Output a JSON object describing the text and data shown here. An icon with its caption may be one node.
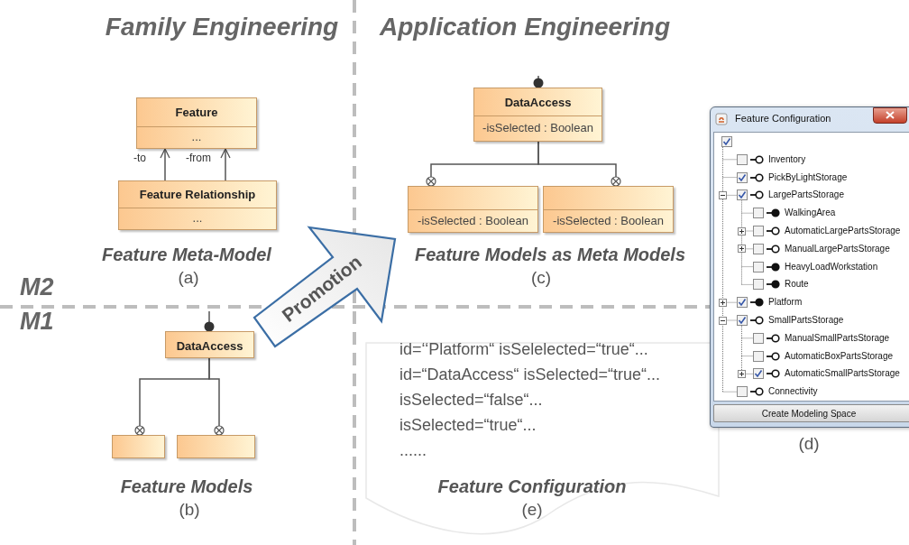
{
  "diagram": {
    "nodes": [
      {
        "text": [
          "Feature",
          "..."
        ]
      },
      {
        "text": [
          "Feature Relationship",
          "..."
        ]
      },
      {
        "text": [
          "DataAccess",
          "-isSelected : Boolean"
        ]
      },
      {
        "text": [
          "-isSelected : Boolean"
        ]
      },
      {
        "text": [
          "-isSelected : Boolean"
        ]
      },
      {
        "text": [
          "DataAccess"
        ]
      },
      {
        "text": [],
        "shape": "box"
      },
      {
        "text": [],
        "shape": "box"
      },
      {
        "text": [
          "Promotion"
        ]
      },
      {
        "text": [
          "id=‘‘Platform“ isSelelected=“true“...",
          "id=“DataAccess“ isSelected=“true“...",
          "isSelected=“false“...",
          "isSelected=“true“...",
          "......"
        ]
      }
    ],
    "edges": [
      {
        "from": 1,
        "to": 0,
        "arrow": "to",
        "label": "-to"
      },
      {
        "from": 1,
        "to": 0,
        "arrow": "to",
        "label": "-from"
      },
      {
        "from": null,
        "to": 2,
        "arrow": "other"
      },
      {
        "from": 2,
        "to": 3,
        "arrow": "other"
      },
      {
        "from": 2,
        "to": 4,
        "arrow": "other"
      },
      {
        "from": null,
        "to": 5,
        "arrow": "other"
      },
      {
        "from": 5,
        "to": 6,
        "arrow": "other"
      },
      {
        "from": 5,
        "to": 7,
        "arrow": "other"
      }
    ],
    "labels": [
      "Family Engineering",
      "Application Engineering",
      "Feature Meta-Model",
      "(a)",
      "Feature Models as Meta Models",
      "(c)",
      "M2",
      "M1",
      "Feature Models",
      "(b)",
      "Feature Configuration",
      "(e)",
      "Feature Configuration",
      "Inventory",
      "PickByLightStorage",
      "LargePartsStorage",
      "WalkingArea",
      "AutomaticLargePartsStorage",
      "ManualLargePartsStorage",
      "HeavyLoadWorkstation",
      "Route",
      "Platform",
      "SmallPartsStorage",
      "ManualSmallPartsStorage",
      "AutomaticBoxPartsStorage",
      "AutomaticSmallPartsStorage",
      "Connectivity",
      "Create Modeling Space",
      "(d)"
    ]
  }
}
